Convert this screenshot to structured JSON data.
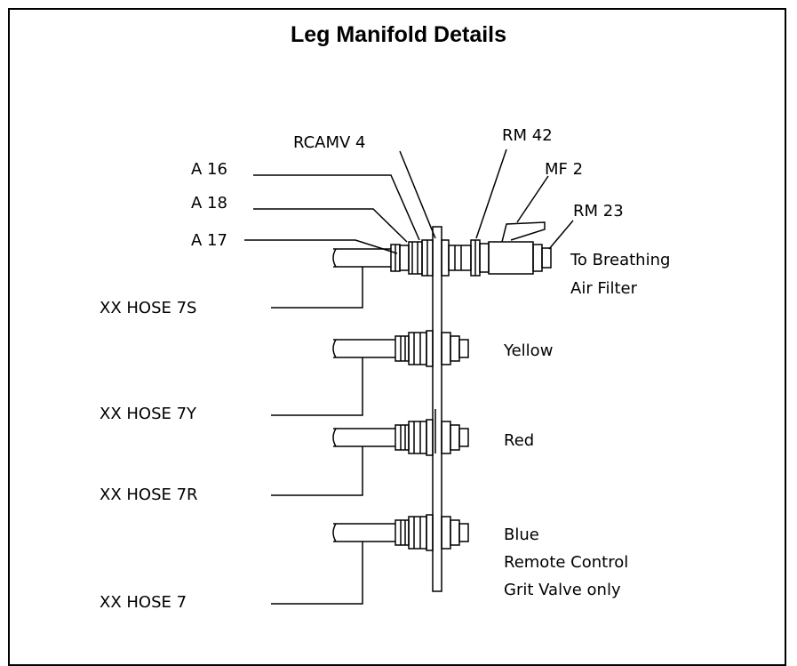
{
  "title": "Leg Manifold Details",
  "parts": {
    "a16": "A 16",
    "a18": "A 18",
    "a17": "A 17",
    "rcamv4": "RCAMV 4",
    "rm42": "RM 42",
    "mf2": "MF 2",
    "rm23": "RM 23"
  },
  "hoses": {
    "h7s": "XX HOSE 7S",
    "h7y": "XX HOSE 7Y",
    "h7r": "XX HOSE 7R",
    "h7": "XX HOSE 7"
  },
  "outlets": {
    "breathing_line1": "To Breathing",
    "breathing_line2": "Air Filter",
    "yellow": "Yellow",
    "red": "Red",
    "blue_line1": "Blue",
    "blue_line2": "Remote Control",
    "blue_line3": "Grit Valve only"
  }
}
